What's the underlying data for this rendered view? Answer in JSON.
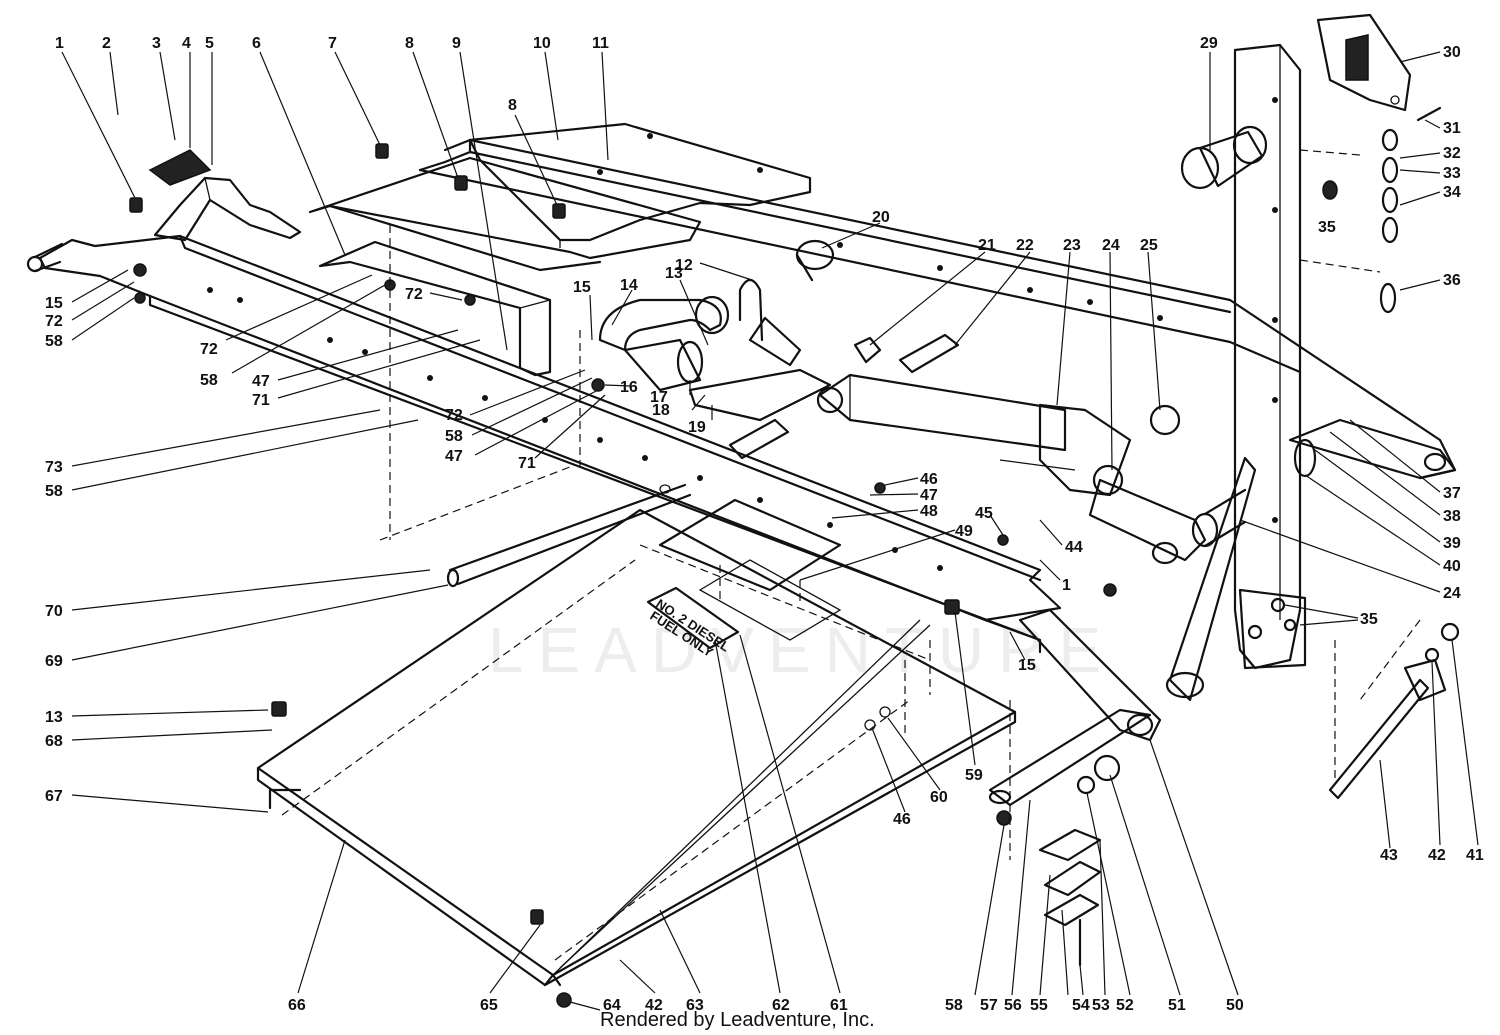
{
  "diagram": {
    "watermark": "LEADVENTURE",
    "footer": "Rendered by Leadventure, Inc.",
    "decal_lines": [
      "NO. 2 DIESEL",
      "FUEL ONLY"
    ],
    "callouts": [
      {
        "id": "c1",
        "label": "1"
      },
      {
        "id": "c2",
        "label": "2"
      },
      {
        "id": "c3",
        "label": "3"
      },
      {
        "id": "c4",
        "label": "4"
      },
      {
        "id": "c5",
        "label": "5"
      },
      {
        "id": "c6",
        "label": "6"
      },
      {
        "id": "c7",
        "label": "7"
      },
      {
        "id": "c8a",
        "label": "8"
      },
      {
        "id": "c9",
        "label": "9"
      },
      {
        "id": "c10",
        "label": "10"
      },
      {
        "id": "c11",
        "label": "11"
      },
      {
        "id": "c8b",
        "label": "8"
      },
      {
        "id": "c12",
        "label": "12"
      },
      {
        "id": "c13a",
        "label": "13"
      },
      {
        "id": "c14",
        "label": "14"
      },
      {
        "id": "c15a",
        "label": "15"
      },
      {
        "id": "c16",
        "label": "16"
      },
      {
        "id": "c17",
        "label": "17"
      },
      {
        "id": "c18",
        "label": "18"
      },
      {
        "id": "c19",
        "label": "19"
      },
      {
        "id": "c20",
        "label": "20"
      },
      {
        "id": "c21",
        "label": "21"
      },
      {
        "id": "c22",
        "label": "22"
      },
      {
        "id": "c23",
        "label": "23"
      },
      {
        "id": "c24a",
        "label": "24"
      },
      {
        "id": "c25",
        "label": "25"
      },
      {
        "id": "c29",
        "label": "29"
      },
      {
        "id": "c30",
        "label": "30"
      },
      {
        "id": "c31",
        "label": "31"
      },
      {
        "id": "c32",
        "label": "32"
      },
      {
        "id": "c33",
        "label": "33"
      },
      {
        "id": "c34",
        "label": "34"
      },
      {
        "id": "c35a",
        "label": "35"
      },
      {
        "id": "c36",
        "label": "36"
      },
      {
        "id": "c37",
        "label": "37"
      },
      {
        "id": "c38",
        "label": "38"
      },
      {
        "id": "c39",
        "label": "39"
      },
      {
        "id": "c40",
        "label": "40"
      },
      {
        "id": "c24b",
        "label": "24"
      },
      {
        "id": "c35b",
        "label": "35"
      },
      {
        "id": "c15b",
        "label": "15"
      },
      {
        "id": "c72a",
        "label": "72"
      },
      {
        "id": "c58a",
        "label": "58"
      },
      {
        "id": "c72b",
        "label": "72"
      },
      {
        "id": "c58b",
        "label": "58"
      },
      {
        "id": "c72c",
        "label": "72"
      },
      {
        "id": "c47a",
        "label": "47"
      },
      {
        "id": "c71a",
        "label": "71"
      },
      {
        "id": "c73",
        "label": "73"
      },
      {
        "id": "c58c",
        "label": "58"
      },
      {
        "id": "c72d",
        "label": "72"
      },
      {
        "id": "c58d",
        "label": "58"
      },
      {
        "id": "c47b",
        "label": "47"
      },
      {
        "id": "c71b",
        "label": "71"
      },
      {
        "id": "c46a",
        "label": "46"
      },
      {
        "id": "c47c",
        "label": "47"
      },
      {
        "id": "c48",
        "label": "48"
      },
      {
        "id": "c49",
        "label": "49"
      },
      {
        "id": "c45",
        "label": "45"
      },
      {
        "id": "c44",
        "label": "44"
      },
      {
        "id": "c1b",
        "label": "1"
      },
      {
        "id": "c15c",
        "label": "15"
      },
      {
        "id": "c70",
        "label": "70"
      },
      {
        "id": "c69",
        "label": "69"
      },
      {
        "id": "c13b",
        "label": "13"
      },
      {
        "id": "c68",
        "label": "68"
      },
      {
        "id": "c67",
        "label": "67"
      },
      {
        "id": "c59",
        "label": "59"
      },
      {
        "id": "c60",
        "label": "60"
      },
      {
        "id": "c46b",
        "label": "46"
      },
      {
        "id": "c43",
        "label": "43"
      },
      {
        "id": "c42a",
        "label": "42"
      },
      {
        "id": "c41",
        "label": "41"
      },
      {
        "id": "c66",
        "label": "66"
      },
      {
        "id": "c65",
        "label": "65"
      },
      {
        "id": "c64",
        "label": "64"
      },
      {
        "id": "c42b",
        "label": "42"
      },
      {
        "id": "c63",
        "label": "63"
      },
      {
        "id": "c62",
        "label": "62"
      },
      {
        "id": "c61",
        "label": "61"
      },
      {
        "id": "c58e",
        "label": "58"
      },
      {
        "id": "c57",
        "label": "57"
      },
      {
        "id": "c56",
        "label": "56"
      },
      {
        "id": "c55",
        "label": "55"
      },
      {
        "id": "c54",
        "label": "54"
      },
      {
        "id": "c53",
        "label": "53"
      },
      {
        "id": "c52",
        "label": "52"
      },
      {
        "id": "c51",
        "label": "51"
      },
      {
        "id": "c50",
        "label": "50"
      }
    ]
  }
}
